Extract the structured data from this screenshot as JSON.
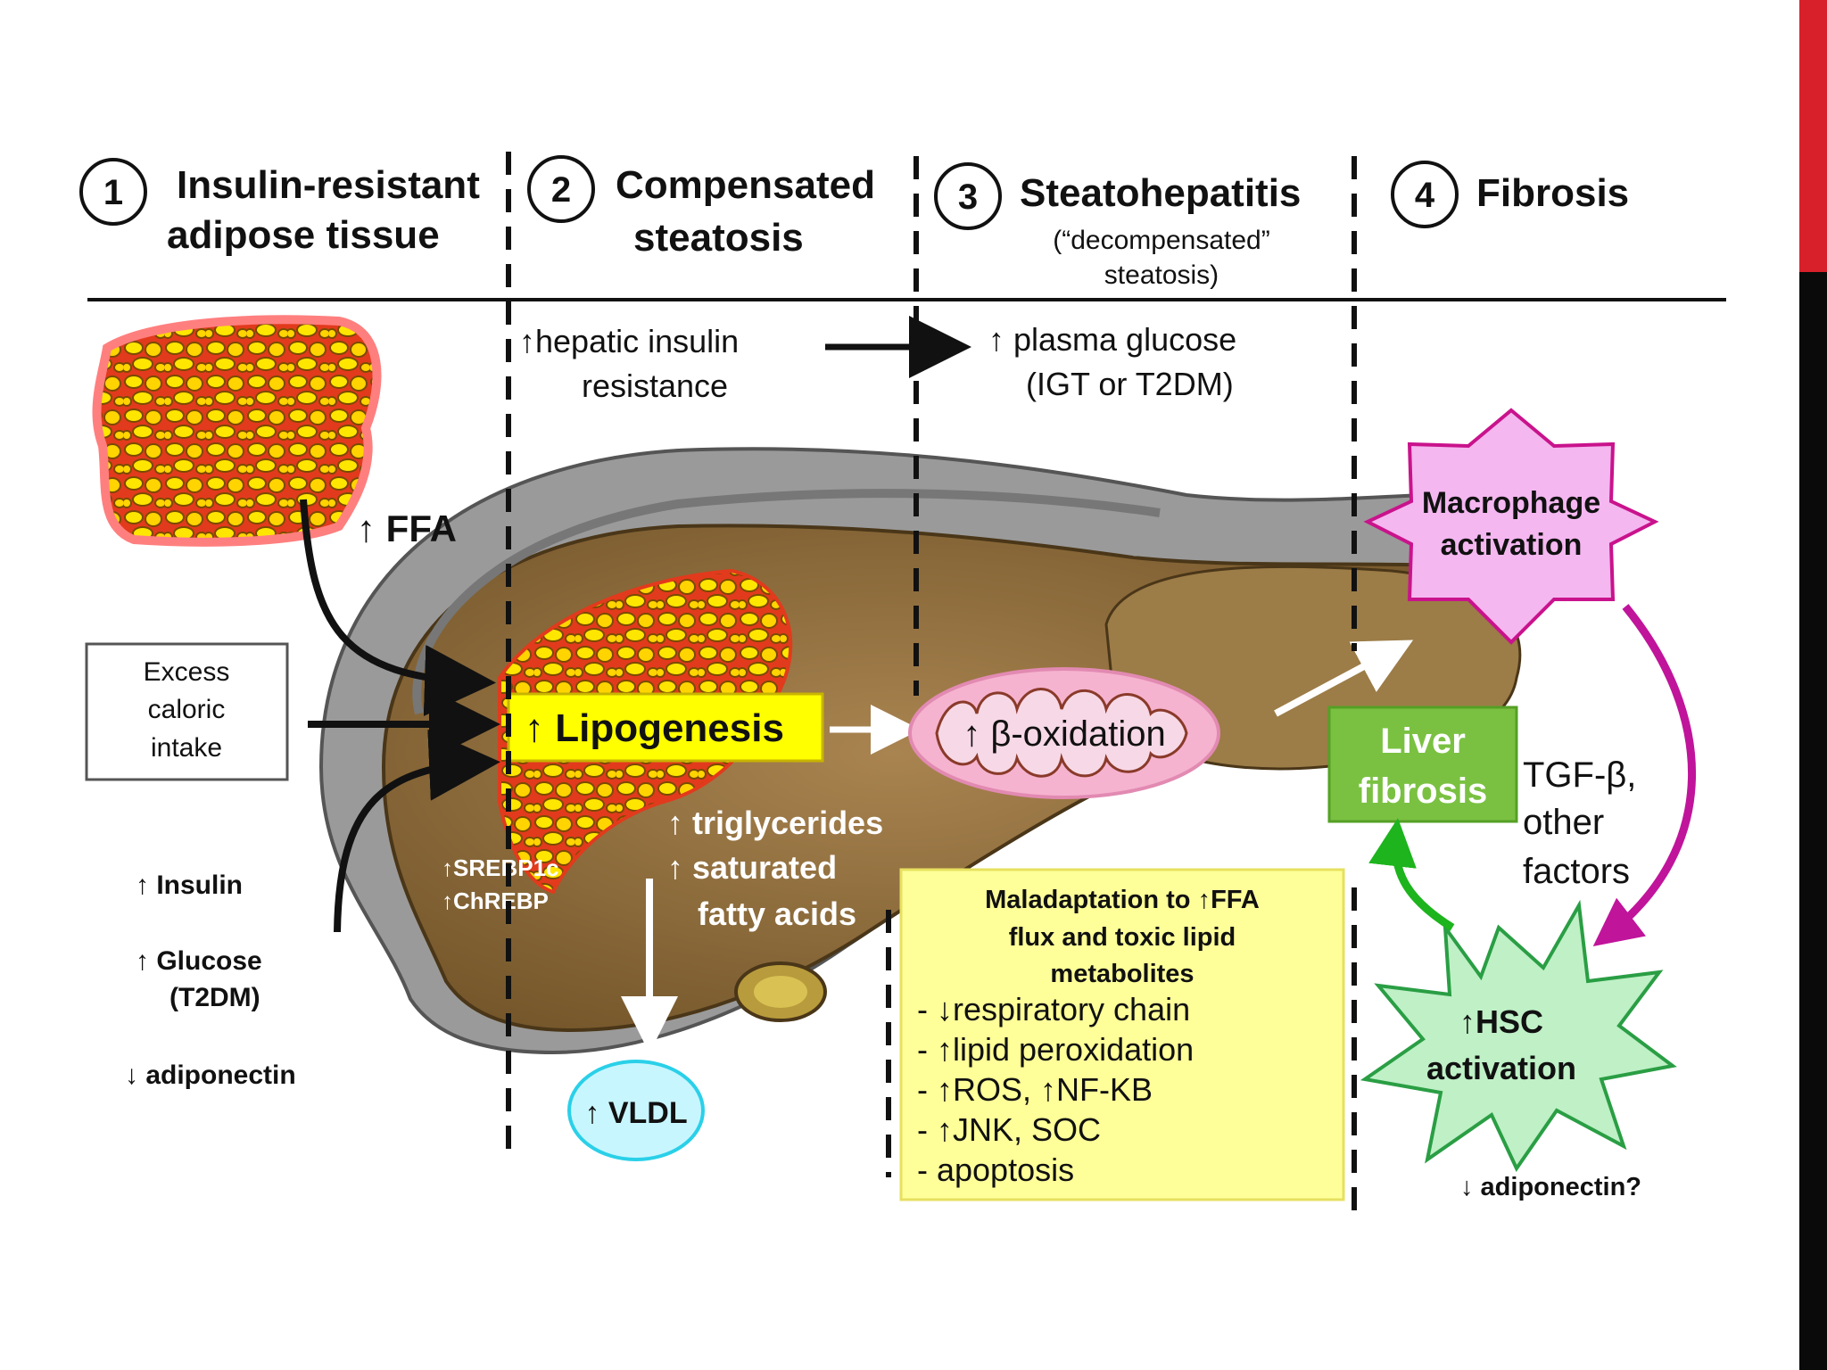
{
  "columns": [
    {
      "num": "1",
      "line1": "Insulin-resistant",
      "line2": "adipose tissue"
    },
    {
      "num": "2",
      "line1": "Compensated",
      "line2": "steatosis"
    },
    {
      "num": "3",
      "line1": "Steatohepatitis",
      "sub1": "(“decompensated”",
      "sub2": "steatosis)"
    },
    {
      "num": "4",
      "line1": "Fibrosis"
    }
  ],
  "labels": {
    "hepatic_ir_1": "↑hepatic insulin",
    "hepatic_ir_2": "resistance",
    "plasma_glucose_1": "↑ plasma glucose",
    "plasma_glucose_2": "(IGT or T2DM)",
    "ffa": "↑ FFA",
    "excess_1": "Excess",
    "excess_2": "caloric",
    "excess_3": "intake",
    "insulin": "↑ Insulin",
    "glucose_1": "↑ Glucose",
    "glucose_2": "(T2DM)",
    "adiponectin": "↓ adiponectin",
    "lipogenesis": "↑ Lipogenesis",
    "srebp": "↑SREBP1c",
    "chrebp": "↑ChREBP",
    "triglycerides": "↑ triglycerides",
    "saturated": "↑ saturated",
    "fatty_acids": "fatty acids",
    "vldl": "↑ VLDL",
    "beta_oxidation": "↑ β-oxidation",
    "macrophage_1": "Macrophage",
    "macrophage_2": "activation",
    "liver_fibrosis_1": "Liver",
    "liver_fibrosis_2": "fibrosis",
    "tgf_1": "TGF-β,",
    "tgf_2": "other",
    "tgf_3": "factors",
    "hsc_1": "↑HSC",
    "hsc_2": "activation",
    "adiponectin_q": "↓ adiponectin?"
  },
  "maladaptation": {
    "title_1": "Maladaptation to ↑FFA",
    "title_2": "flux and toxic lipid",
    "title_3": "metabolites",
    "items": [
      "- ↓respiratory chain",
      "- ↑lipid peroxidation",
      "- ↑ROS, ↑NF-KB",
      "- ↑JNK, SOC",
      "- apoptosis"
    ]
  },
  "colors": {
    "accent_red": "#d8202a",
    "liver_brown": "#8c6a3c",
    "lipogenesis_yellow": "#ffff00",
    "maladaptation_bg": "#ffff99",
    "macrophage_pink": "#f4b7f0",
    "fibrosis_green": "#7ac142",
    "hsc_green": "#bff0c6",
    "vldl_cyan": "#c8f6ff"
  }
}
